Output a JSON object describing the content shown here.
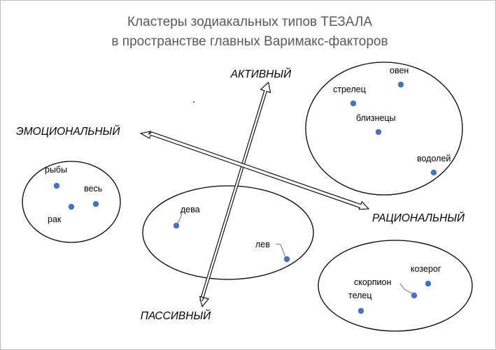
{
  "title": {
    "line1": "Кластеры зодиакальных типов ТЕЗАЛА",
    "line2": "в пространстве главных Варимакс-факторов"
  },
  "axes": {
    "active": "АКТИВНЫЙ",
    "passive": "ПАССИВНЫЙ",
    "emotional": "ЭМОЦИОНАЛЬНЫЙ",
    "rational": "РАЦИОНАЛЬНЫЙ"
  },
  "clusters": [
    {
      "id": "emotional",
      "members": [
        "рыбы",
        "весь",
        "рак"
      ]
    },
    {
      "id": "center",
      "members": [
        "дева",
        "лев"
      ]
    },
    {
      "id": "active-rational",
      "members": [
        "стрелец",
        "овен",
        "близнецы",
        "водолей"
      ]
    },
    {
      "id": "passive-rational",
      "members": [
        "козерог",
        "скорпион",
        "телец"
      ]
    }
  ],
  "points": [
    {
      "label": "рыбы"
    },
    {
      "label": "весь"
    },
    {
      "label": "рак"
    },
    {
      "label": "дева"
    },
    {
      "label": "лев"
    },
    {
      "label": "стрелец"
    },
    {
      "label": "овен"
    },
    {
      "label": "близнецы"
    },
    {
      "label": "водолей"
    },
    {
      "label": "козерог"
    },
    {
      "label": "скорпион"
    },
    {
      "label": "телец"
    }
  ],
  "colors": {
    "point": "#4472c4",
    "line": "#000000",
    "title": "#595959"
  }
}
